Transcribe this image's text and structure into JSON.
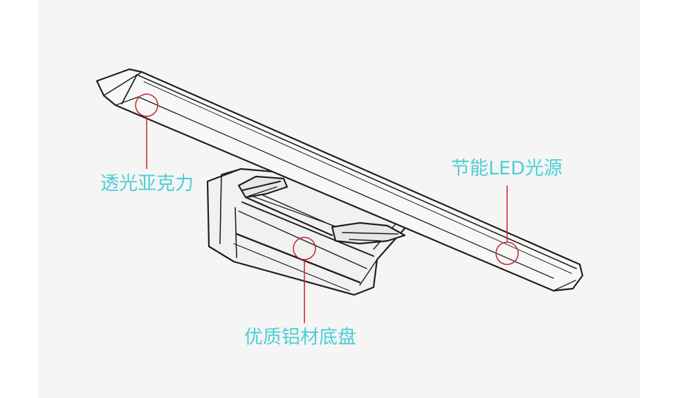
{
  "colors": {
    "label": "#4ccfd6",
    "callout": "#c8202a",
    "outline": "#1e1e1e",
    "background": "#f5f5f5"
  },
  "callouts": {
    "acrylic": {
      "label": "透光亚克力"
    },
    "led": {
      "label": "节能LED光源"
    },
    "base": {
      "label": "优质铝材底盘"
    }
  }
}
